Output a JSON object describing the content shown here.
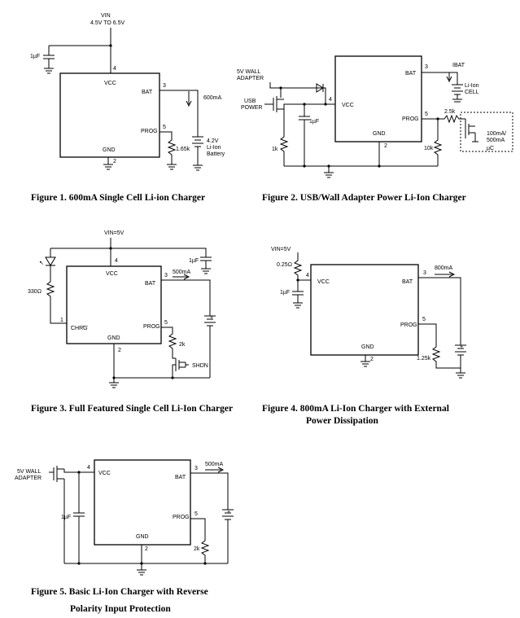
{
  "figures": [
    {
      "caption": "Figure 1. 600mA Single Cell Li-ion Charger",
      "supply": "VIN",
      "supply_range": "4.5V TO 6.5V",
      "vcc": "VCC",
      "pins": {
        "vcc": "4",
        "bat": "3",
        "prog": "5",
        "gnd": "2"
      },
      "pin_labels": {
        "bat": "BAT",
        "prog": "PROG",
        "gnd": "GND"
      },
      "cap": "1µF",
      "current": "600mA",
      "resistor": "1.65k",
      "battery": [
        "4.2V",
        "Li-Ion",
        "Battery"
      ]
    },
    {
      "caption": "Figure 2. USB/Wall Adapter Power Li-Ion Charger",
      "inputs": [
        "5V WALL",
        "ADAPTER",
        "USB",
        "POWER"
      ],
      "vcc": "VCC",
      "pins": {
        "vcc": "4",
        "bat": "3",
        "prog": "5",
        "gnd": "2"
      },
      "pin_labels": {
        "bat": "BAT",
        "prog": "PROG",
        "gnd": "GND"
      },
      "current": "IBAT",
      "cell": [
        "Li-Ion",
        "CELL"
      ],
      "cap": "1µF",
      "r1": "1k",
      "r2": "10k",
      "r3": "2.5k",
      "mcu": [
        "100mA/",
        "500mA",
        "µC"
      ]
    },
    {
      "caption": "Figure 3. Full Featured Single Cell Li-Ion Charger",
      "supply": "VIN=5V",
      "vcc": "VCC",
      "pins": {
        "vcc": "4",
        "bat": "3",
        "prog": "5",
        "gnd": "2",
        "chrg": "1"
      },
      "pin_labels": {
        "bat": "BAT",
        "prog": "PROG",
        "gnd": "GND",
        "chrg": "CHRG"
      },
      "cap": "1µF",
      "current": "500mA",
      "r_led": "330Ω",
      "r_prog": "2k",
      "shdn": "SHDN"
    },
    {
      "caption_lines": [
        "Figure 4. 800mA Li-Ion Charger with External",
        "Power Dissipation"
      ],
      "supply": "VIN=5V",
      "vcc": "VCC",
      "pins": {
        "vcc": "4",
        "bat": "3",
        "prog": "5",
        "gnd": "2"
      },
      "pin_labels": {
        "bat": "BAT",
        "prog": "PROG",
        "gnd": "GND"
      },
      "r_series": "0.25Ω",
      "cap": "1µF",
      "current": "800mA",
      "r_prog": "1.25k"
    },
    {
      "caption_lines": [
        "Figure 5. Basic Li-Ion Charger with Reverse",
        "Polarity Input Protection"
      ],
      "inputs": [
        "5V WALL",
        "ADAPTER"
      ],
      "vcc": "VCC",
      "pins": {
        "vcc": "4",
        "bat": "3",
        "prog": "5",
        "gnd": "2"
      },
      "pin_labels": {
        "bat": "BAT",
        "prog": "PROG",
        "gnd": "GND"
      },
      "cap": "1µF",
      "current": "500mA",
      "r_prog": "2k"
    }
  ]
}
